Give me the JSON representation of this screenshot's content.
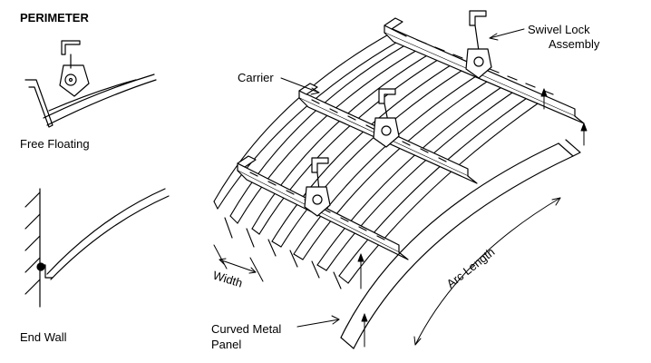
{
  "labels": {
    "perimeter_heading": "PERIMETER",
    "free_floating": "Free Floating",
    "end_wall": "End Wall",
    "carrier": "Carrier",
    "swivel_lock_line1": "Swivel Lock",
    "swivel_lock_line2": "Assembly",
    "arc_length": "Arc Length",
    "width": "Width",
    "curved_metal_panel_line1": "Curved Metal",
    "curved_metal_panel_line2": "Panel"
  },
  "colors": {
    "ink": "#000000",
    "paper": "#ffffff"
  }
}
